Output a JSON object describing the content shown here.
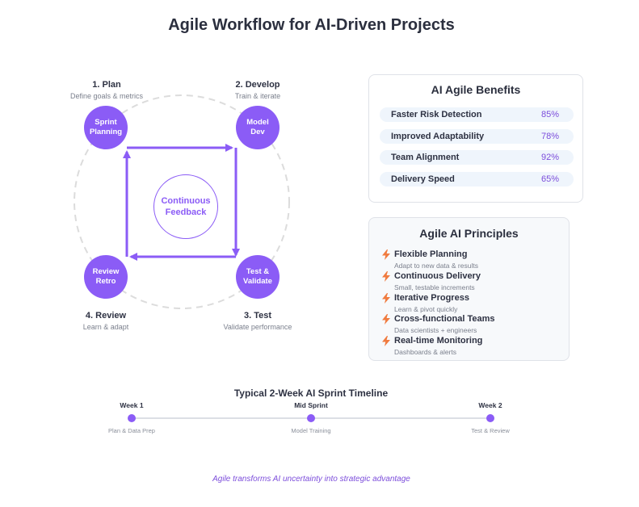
{
  "title": "Agile Workflow for AI-Driven Projects",
  "cycle": {
    "center": {
      "line1": "Continuous",
      "line2": "Feedback"
    },
    "stages": [
      {
        "title": "1. Plan",
        "subtitle": "Define goals & metrics",
        "node_line1": "Sprint",
        "node_line2": "Planning"
      },
      {
        "title": "2. Develop",
        "subtitle": "Train & iterate",
        "node_line1": "Model",
        "node_line2": "Dev"
      },
      {
        "title": "3. Test",
        "subtitle": "Validate performance",
        "node_line1": "Test &",
        "node_line2": "Validate"
      },
      {
        "title": "4. Review",
        "subtitle": "Learn & adapt",
        "node_line1": "Review",
        "node_line2": "Retro"
      }
    ],
    "accent_color": "#8b5cf6"
  },
  "benefits": {
    "title": "AI Agile Benefits",
    "items": [
      {
        "label": "Faster Risk Detection",
        "value": "85%"
      },
      {
        "label": "Improved Adaptability",
        "value": "78%"
      },
      {
        "label": "Team Alignment",
        "value": "92%"
      },
      {
        "label": "Delivery Speed",
        "value": "65%"
      }
    ]
  },
  "principles": {
    "title": "Agile AI Principles",
    "icon": "lightning-bolt-icon",
    "icon_color": "#f07b3f",
    "items": [
      {
        "title": "Flexible Planning",
        "subtitle": "Adapt to new data & results"
      },
      {
        "title": "Continuous Delivery",
        "subtitle": "Small, testable increments"
      },
      {
        "title": "Iterative Progress",
        "subtitle": "Learn & pivot quickly"
      },
      {
        "title": "Cross-functional Teams",
        "subtitle": "Data scientists + engineers"
      },
      {
        "title": "Real-time Monitoring",
        "subtitle": "Dashboards & alerts"
      }
    ]
  },
  "timeline": {
    "title": "Typical 2-Week AI Sprint Timeline",
    "points": [
      {
        "label": "Week 1",
        "subtitle": "Plan & Data Prep"
      },
      {
        "label": "Mid Sprint",
        "subtitle": "Model Training"
      },
      {
        "label": "Week 2",
        "subtitle": "Test & Review"
      }
    ]
  },
  "footer": "Agile transforms AI uncertainty into strategic advantage"
}
